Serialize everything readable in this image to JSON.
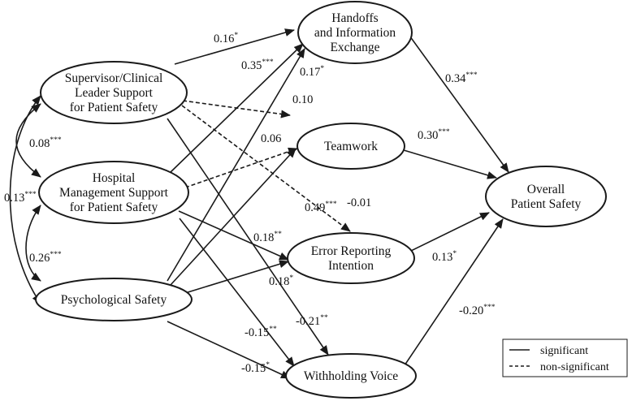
{
  "nodes": {
    "handoffs": [
      "Handoffs",
      "and Information",
      "Exchange"
    ],
    "supervisor": [
      "Supervisor/Clinical",
      "Leader Support",
      "for Patient Safety"
    ],
    "teamwork": [
      "Teamwork"
    ],
    "hospital": [
      "Hospital",
      "Management Support",
      "for Patient Safety"
    ],
    "overall": [
      "Overall",
      "Patient Safety"
    ],
    "error": [
      "Error Reporting",
      "Intention"
    ],
    "psych": [
      "Psychological Safety"
    ],
    "withholding": [
      "Withholding Voice"
    ]
  },
  "paths": [
    {
      "id": "sup-hand",
      "from": "supervisor",
      "to": "handoffs",
      "value": "0.16",
      "stars": "*",
      "significant": true
    },
    {
      "id": "sup-team",
      "from": "supervisor",
      "to": "teamwork",
      "value": "0.10",
      "stars": "",
      "significant": false
    },
    {
      "id": "sup-err",
      "from": "supervisor",
      "to": "error",
      "value": "-0.01",
      "stars": "",
      "significant": false
    },
    {
      "id": "sup-with",
      "from": "supervisor",
      "to": "withholding",
      "value": "-0.21",
      "stars": "**",
      "significant": true
    },
    {
      "id": "hosp-hand",
      "from": "hospital",
      "to": "handoffs",
      "value": "0.35",
      "stars": "***",
      "significant": true
    },
    {
      "id": "hosp-team",
      "from": "hospital",
      "to": "teamwork",
      "value": "0.06",
      "stars": "",
      "significant": false
    },
    {
      "id": "hosp-err",
      "from": "hospital",
      "to": "error",
      "value": "0.18",
      "stars": "**",
      "significant": true
    },
    {
      "id": "hosp-with",
      "from": "hospital",
      "to": "withholding",
      "value": "-0.15",
      "stars": "**",
      "significant": true
    },
    {
      "id": "psy-hand",
      "from": "psych",
      "to": "handoffs",
      "value": "0.17",
      "stars": "*",
      "significant": true
    },
    {
      "id": "psy-team",
      "from": "psych",
      "to": "teamwork",
      "value": "0.49",
      "stars": "***",
      "significant": true
    },
    {
      "id": "psy-err",
      "from": "psych",
      "to": "error",
      "value": "0.18",
      "stars": "*",
      "significant": true
    },
    {
      "id": "psy-with",
      "from": "psych",
      "to": "withholding",
      "value": "-0.15",
      "stars": "*",
      "significant": true
    },
    {
      "id": "hand-over",
      "from": "handoffs",
      "to": "overall",
      "value": "0.34",
      "stars": "***",
      "significant": true
    },
    {
      "id": "team-over",
      "from": "teamwork",
      "to": "overall",
      "value": "0.30",
      "stars": "***",
      "significant": true
    },
    {
      "id": "err-over",
      "from": "error",
      "to": "overall",
      "value": "0.13",
      "stars": "*",
      "significant": true
    },
    {
      "id": "with-over",
      "from": "withholding",
      "to": "overall",
      "value": "-0.20",
      "stars": "***",
      "significant": true
    }
  ],
  "correlations": [
    {
      "id": "sup-hosp",
      "value": "0.08",
      "stars": "***"
    },
    {
      "id": "hosp-psy",
      "value": "0.26",
      "stars": "***"
    },
    {
      "id": "sup-psy",
      "value": "0.13",
      "stars": "***"
    }
  ],
  "legend": {
    "significant": "significant",
    "non_significant": "non-significant"
  }
}
